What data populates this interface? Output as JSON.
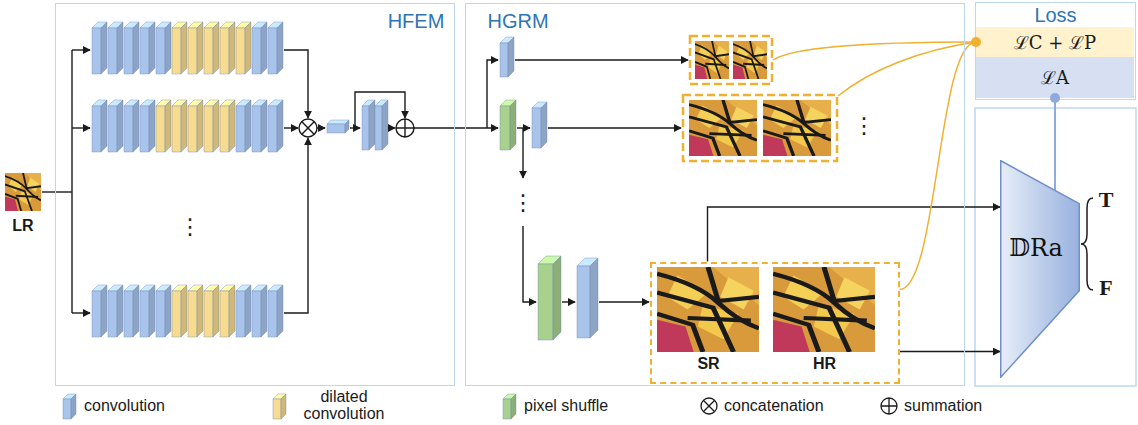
{
  "diagram": {
    "nodes": [
      {
        "text": [
          "HFEM"
        ]
      },
      {
        "text": [
          "HGRM"
        ]
      },
      {
        "text": [
          "SR",
          "HR"
        ],
        "in": 1
      },
      {
        "text": [
          "Loss"
        ]
      },
      {
        "text": [
          "ℒC + ℒP"
        ],
        "in": 3
      },
      {
        "text": [
          "ℒA"
        ],
        "in": 3
      },
      {
        "text": [
          "𝔻Ra"
        ]
      }
    ],
    "edges": [
      {
        "from": 2,
        "to": 6,
        "arrow": "to"
      },
      {
        "from": 2,
        "to": 6,
        "arrow": "to"
      },
      {
        "from": 5,
        "to": 6,
        "arrow": "none"
      },
      {
        "from": 4,
        "to": 2,
        "arrow": "none"
      }
    ],
    "labels": [
      "LR",
      "⋮",
      "⋮",
      "⋮",
      "T",
      "F"
    ],
    "legend": [
      {
        "text": "convolution",
        "color": "#a9c4eb"
      },
      {
        "text": "dilated convolution",
        "color": "#f7dc8f"
      },
      {
        "text": "pixel shuffle",
        "color": "#a9d18e"
      },
      {
        "text": "concatenation"
      },
      {
        "text": "summation"
      }
    ]
  }
}
